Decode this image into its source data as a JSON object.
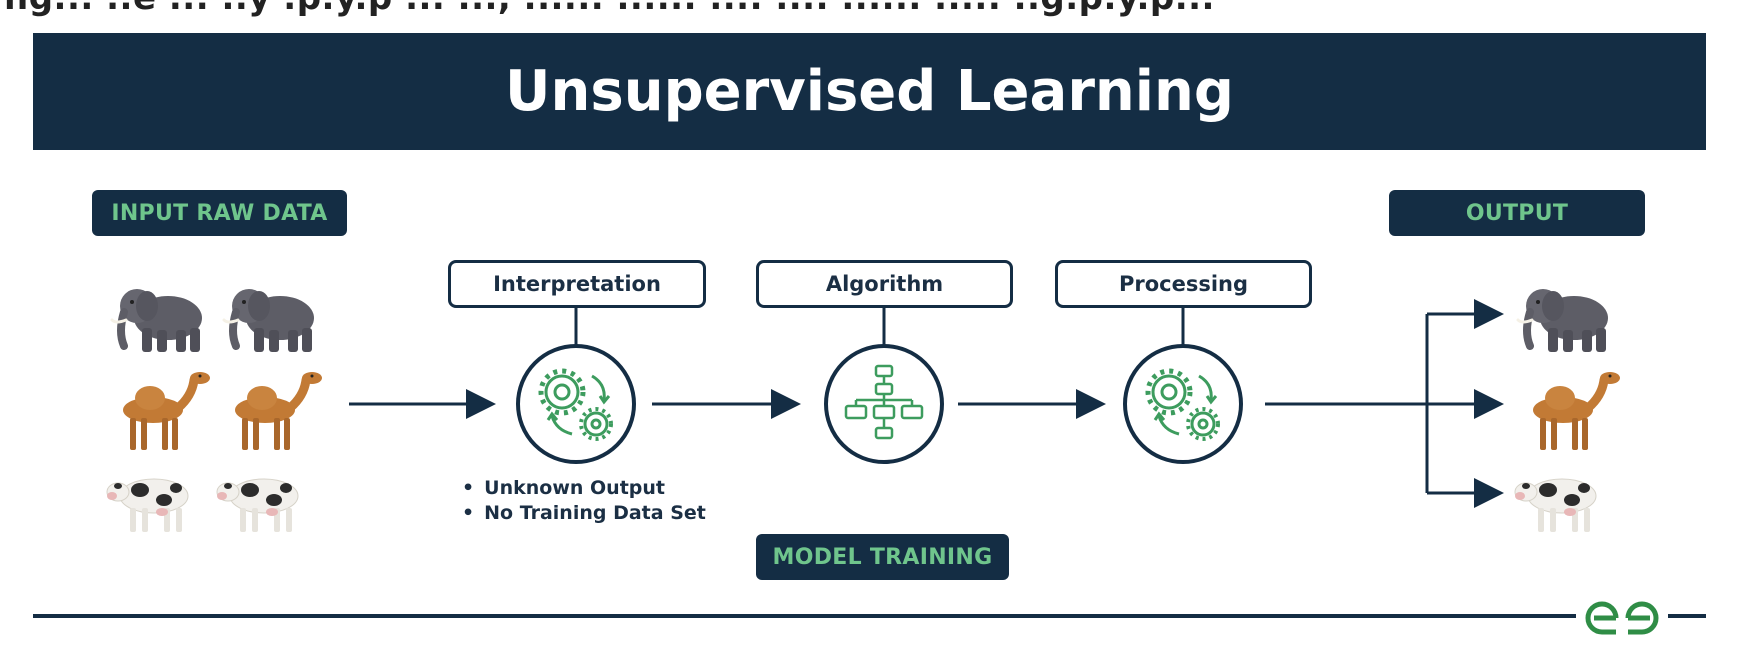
{
  "header": {
    "cut_caption": "ng... ..e ... ..y .p.y.p ... ..., ...... ...... .... .... ...... ..... ..g.p.y.p...",
    "title": "Unsupervised Learning"
  },
  "labels": {
    "input": "INPUT RAW DATA",
    "output": "OUTPUT",
    "model_training": "MODEL TRAINING"
  },
  "stages": [
    {
      "label": "Interpretation",
      "icon": "gears-icon"
    },
    {
      "label": "Algorithm",
      "icon": "hierarchy-icon"
    },
    {
      "label": "Processing",
      "icon": "gears-icon"
    }
  ],
  "notes": [
    "Unknown Output",
    "No Training Data Set"
  ],
  "animals": {
    "input": [
      "elephant",
      "elephant",
      "camel",
      "camel",
      "cow",
      "cow"
    ],
    "output": [
      "elephant",
      "camel",
      "cow"
    ]
  },
  "colors": {
    "navy": "#142d44",
    "accent_green": "#3d9c5e",
    "pill_text": "#6fc58c",
    "elephant": "#5d5d66",
    "camel": "#c27a35",
    "cow": "#f2f0ec"
  }
}
